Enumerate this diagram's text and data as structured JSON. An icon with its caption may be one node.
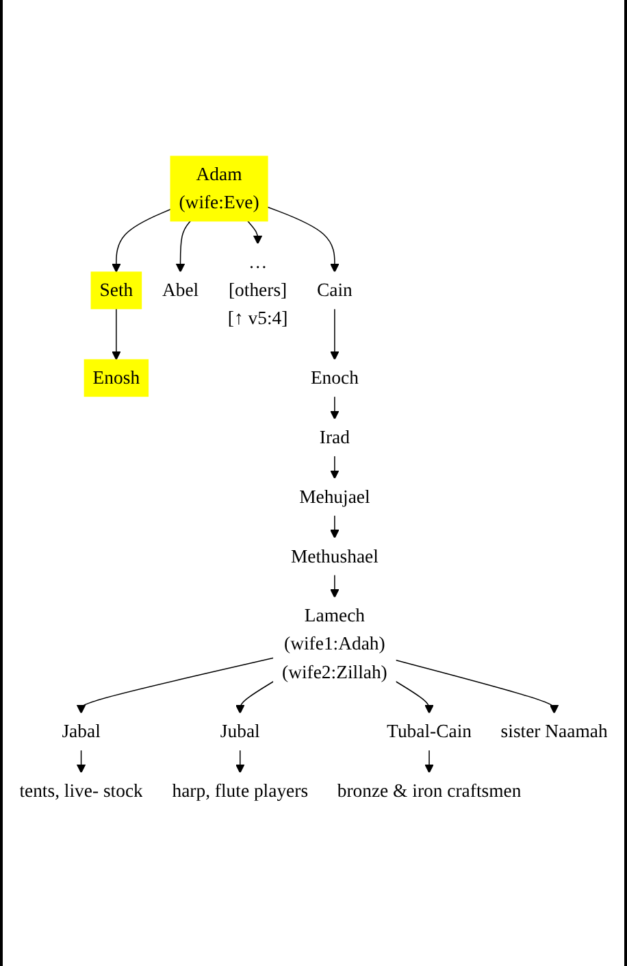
{
  "diagram": {
    "nodes": [
      {
        "text": [
          "Adam",
          "(wife:Eve)"
        ]
      },
      {
        "text": [
          "Cain"
        ]
      },
      {
        "text": [
          "Abel"
        ]
      },
      {
        "text": [
          "…",
          "[others]",
          "[↑ v5:4]"
        ]
      },
      {
        "text": [
          "Seth"
        ]
      },
      {
        "text": [
          "Enosh"
        ]
      },
      {
        "text": [
          "Enoch"
        ]
      },
      {
        "text": [
          "Irad"
        ]
      },
      {
        "text": [
          "Mehujael"
        ]
      },
      {
        "text": [
          "Methushael"
        ]
      },
      {
        "text": [
          "Lamech",
          "(wife1:Adah)",
          "(wife2:Zillah)"
        ]
      },
      {
        "text": [
          "Jabal"
        ]
      },
      {
        "text": [
          "Jubal"
        ]
      },
      {
        "text": [
          "Tubal-Cain"
        ]
      },
      {
        "text": [
          "sister Naamah"
        ]
      },
      {
        "text": [
          "tents, live- stock"
        ]
      },
      {
        "text": [
          "harp, flute players"
        ]
      },
      {
        "text": [
          "bronze & iron craftsmen"
        ]
      }
    ],
    "edges": [
      {
        "from": 0,
        "to": 1,
        "arrow": "to"
      },
      {
        "from": 0,
        "to": 2,
        "arrow": "to"
      },
      {
        "from": 0,
        "to": 3,
        "arrow": "to"
      },
      {
        "from": 0,
        "to": 4,
        "arrow": "to"
      },
      {
        "from": 4,
        "to": 5,
        "arrow": "to"
      },
      {
        "from": 1,
        "to": 6,
        "arrow": "to"
      },
      {
        "from": 6,
        "to": 7,
        "arrow": "to"
      },
      {
        "from": 7,
        "to": 8,
        "arrow": "to"
      },
      {
        "from": 8,
        "to": 9,
        "arrow": "to"
      },
      {
        "from": 9,
        "to": 10,
        "arrow": "to"
      },
      {
        "from": 10,
        "to": 11,
        "arrow": "to"
      },
      {
        "from": 10,
        "to": 12,
        "arrow": "to"
      },
      {
        "from": 10,
        "to": 13,
        "arrow": "to"
      },
      {
        "from": 10,
        "to": 14,
        "arrow": "to"
      },
      {
        "from": 11,
        "to": 15,
        "arrow": "to"
      },
      {
        "from": 12,
        "to": 16,
        "arrow": "to"
      },
      {
        "from": 13,
        "to": 17,
        "arrow": "to"
      }
    ]
  }
}
